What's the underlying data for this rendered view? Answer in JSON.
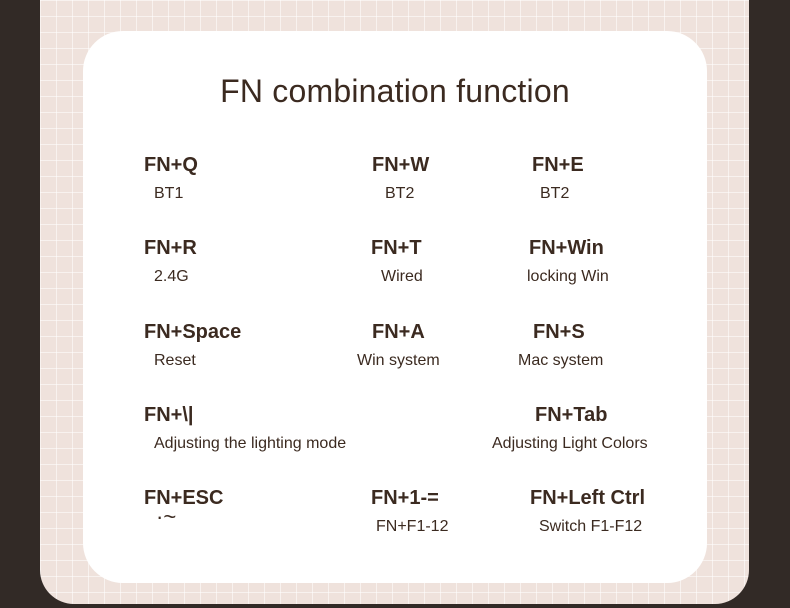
{
  "title": "FN combination function",
  "items": [
    {
      "key": "FN+Q",
      "desc": "BT1"
    },
    {
      "key": "FN+W",
      "desc": "BT2"
    },
    {
      "key": "FN+E",
      "desc": "BT2"
    },
    {
      "key": "FN+R",
      "desc": "2.4G"
    },
    {
      "key": "FN+T",
      "desc": "Wired"
    },
    {
      "key": "FN+Win",
      "desc": "locking Win"
    },
    {
      "key": "FN+Space",
      "desc": "Reset"
    },
    {
      "key": "FN+A",
      "desc": "Win system"
    },
    {
      "key": "FN+S",
      "desc": "Mac system"
    },
    {
      "key": "FN+\\|",
      "desc": "Adjusting the lighting mode"
    },
    {
      "key": "FN+Tab",
      "desc": "Adjusting Light Colors"
    },
    {
      "key": "FN+ESC",
      "desc": "·~"
    },
    {
      "key": "FN+1-=",
      "desc": "FN+F1-12"
    },
    {
      "key": "FN+Left Ctrl",
      "desc": "Switch F1-F12"
    }
  ]
}
